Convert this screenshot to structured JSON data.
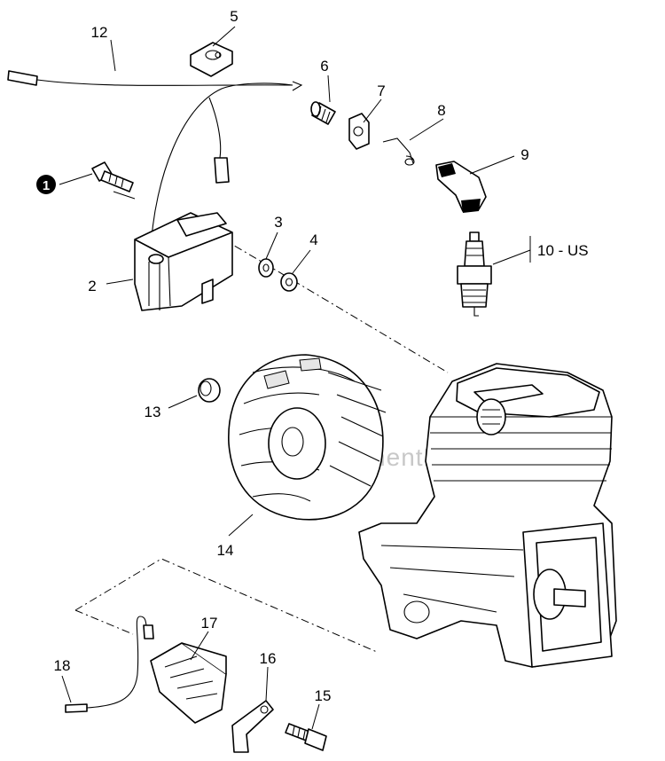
{
  "watermark": "eReplacementParts.com",
  "callouts": {
    "c1": "1",
    "c2": "2",
    "c3": "3",
    "c4": "4",
    "c5": "5",
    "c6": "6",
    "c7": "7",
    "c8": "8",
    "c9": "9",
    "c10": "10 - US",
    "c12": "12",
    "c13": "13",
    "c14": "14",
    "c15": "15",
    "c16": "16",
    "c17": "17",
    "c18": "18"
  }
}
